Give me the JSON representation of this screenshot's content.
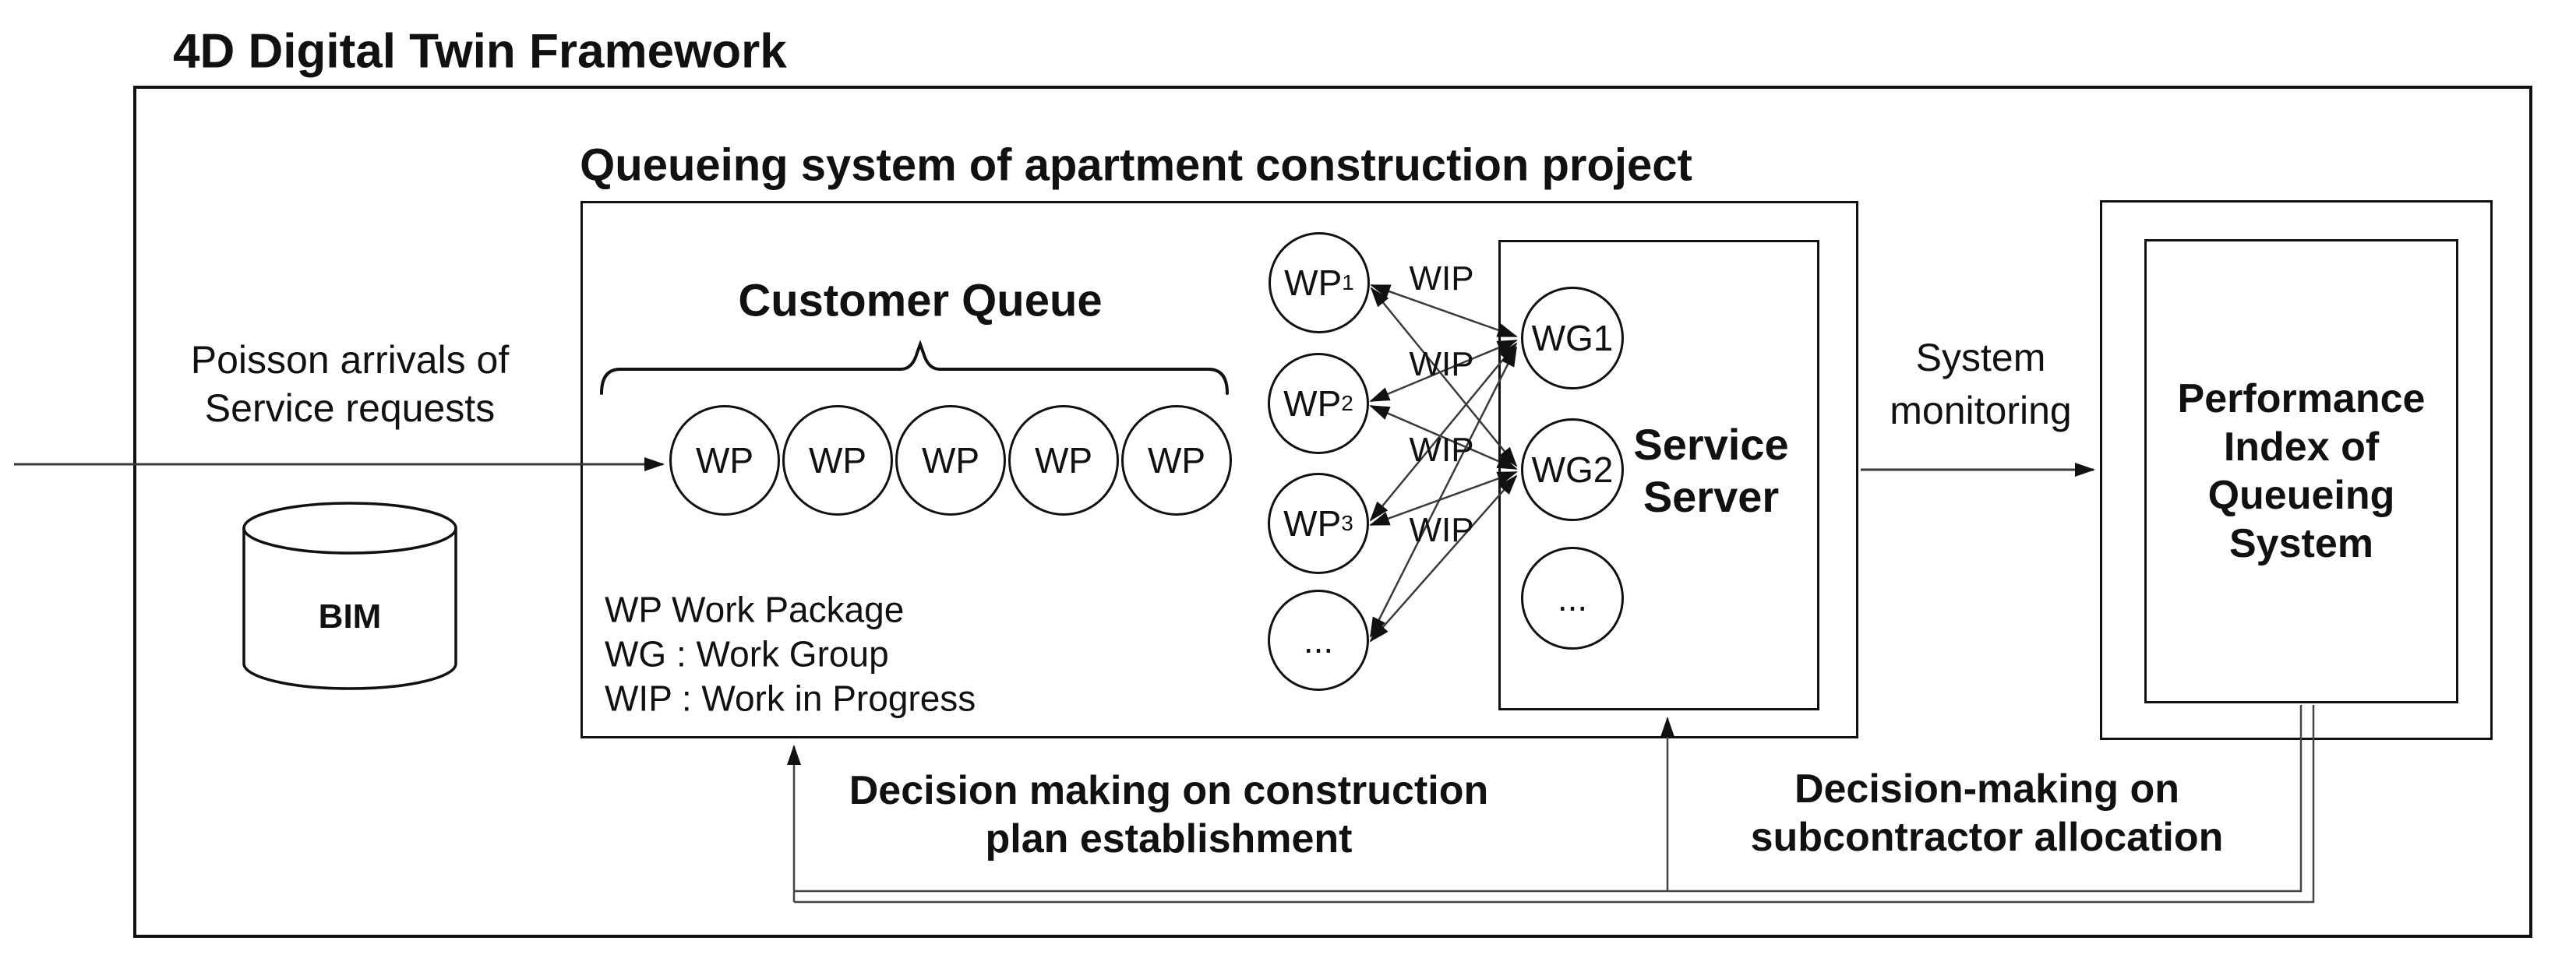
{
  "page": {
    "title": "4D Digital Twin Framework"
  },
  "queueing": {
    "heading": "Queueing system of apartment construction project",
    "customer_queue_label": "Customer Queue",
    "queue_wp": [
      "WP",
      "WP",
      "WP",
      "WP",
      "WP"
    ],
    "wp_column": [
      {
        "base": "WP",
        "sub": "1"
      },
      {
        "base": "WP",
        "sub": "2"
      },
      {
        "base": "WP",
        "sub": "3"
      },
      {
        "base": "...",
        "sub": ""
      }
    ],
    "wip_labels": [
      "WIP",
      "WIP",
      "WIP",
      "WIP"
    ],
    "legend": {
      "line1": "WP Work Package",
      "line2": "WG : Work Group",
      "line3": "WIP : Work in Progress"
    },
    "service_server": {
      "title_line1": "Service",
      "title_line2": "Server",
      "work_groups": [
        "WG1",
        "WG2",
        "..."
      ]
    }
  },
  "input": {
    "poisson_line1": "Poisson arrivals of",
    "poisson_line2": "Service requests",
    "bim_label": "BIM"
  },
  "monitoring": {
    "line1": "System",
    "line2": "monitoring"
  },
  "performance": {
    "line1": "Performance",
    "line2": "Index of",
    "line3": "Queueing",
    "line4": "System"
  },
  "feedback": {
    "construction_line1": "Decision making on construction",
    "construction_line2": "plan establishment",
    "subcontractor_line1": "Decision-making on",
    "subcontractor_line2": "subcontractor allocation"
  },
  "colors": {
    "ink": "#111111",
    "line": "#3a3a3a",
    "background": "#ffffff"
  }
}
